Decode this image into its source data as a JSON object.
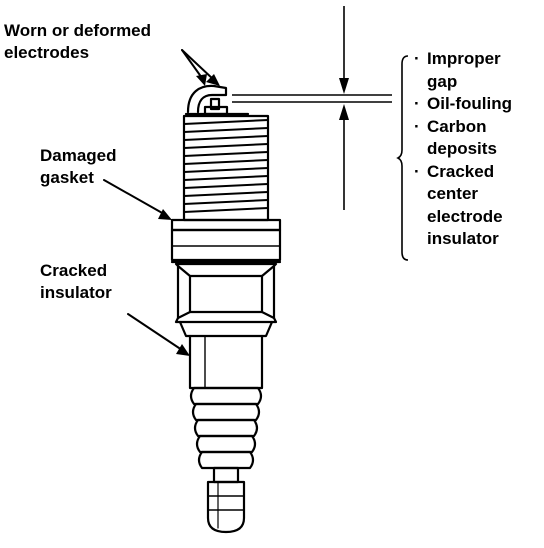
{
  "labels": {
    "electrodes": [
      "Worn or deformed",
      "electrodes"
    ],
    "gasket": [
      "Damaged",
      "gasket"
    ],
    "insulator": [
      "Cracked",
      "insulator"
    ]
  },
  "conditions": {
    "bullet": "·",
    "items": [
      [
        "Improper",
        "gap"
      ],
      [
        "Oil-fouling"
      ],
      [
        "Carbon",
        "deposits"
      ],
      [
        "Cracked",
        "center",
        "electrode",
        "insulator"
      ]
    ]
  },
  "colors": {
    "ink": "#000000",
    "paper": "#ffffff"
  }
}
